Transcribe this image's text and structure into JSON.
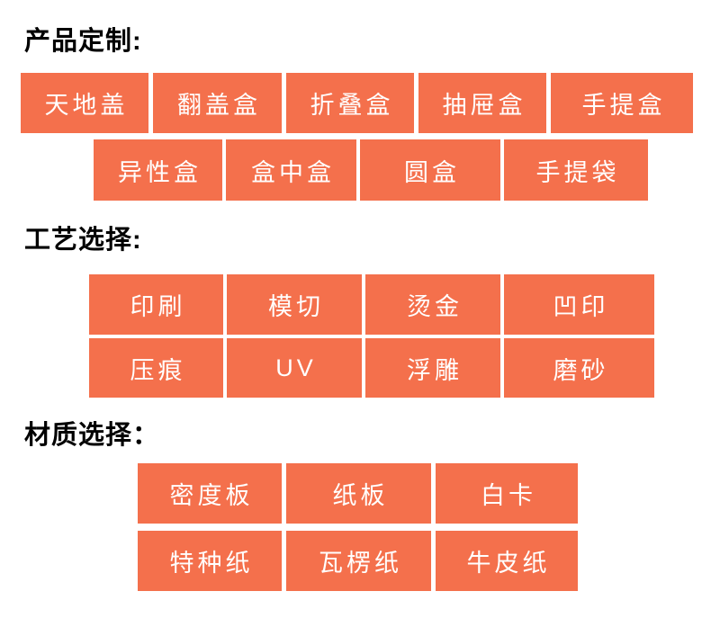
{
  "page": {
    "background": "#ffffff",
    "accent_color": "#f4704c",
    "header_text_color": "#000000",
    "button_text_color": "#ffffff"
  },
  "sections": [
    {
      "id": "product-custom",
      "title": "产品定制:",
      "rows": [
        [
          "天地盖",
          "翻盖盒",
          "折叠盒",
          "抽屉盒",
          "手提盒"
        ],
        [
          "异性盒",
          "盒中盒",
          "圆盒",
          "手提袋"
        ]
      ]
    },
    {
      "id": "process-select",
      "title": "工艺选择:",
      "rows": [
        [
          "印刷",
          "模切",
          "烫金",
          "凹印"
        ],
        [
          "压痕",
          "UV",
          "浮雕",
          "磨砂"
        ]
      ]
    },
    {
      "id": "material-select",
      "title": "材质选择：",
      "rows": [
        [
          "密度板",
          "纸板",
          "白卡"
        ],
        [
          "特种纸",
          "瓦楞纸",
          "牛皮纸"
        ]
      ]
    }
  ]
}
